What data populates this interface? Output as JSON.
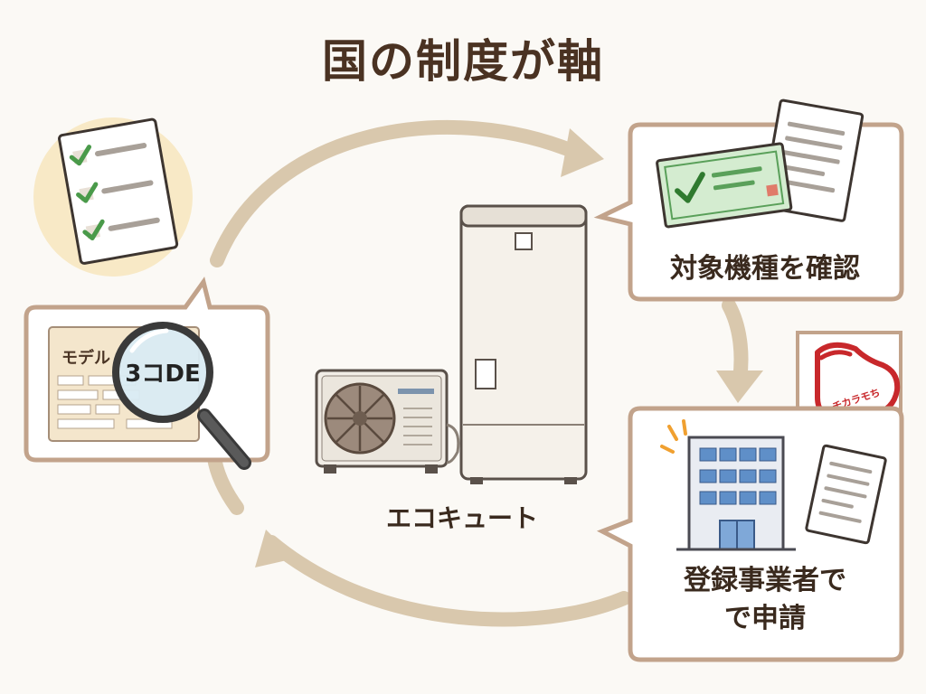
{
  "title": "国の制度が軸",
  "steps": {
    "confirm": "対象機種を確認",
    "apply_line1": "登録事業者で",
    "apply_line2": "で申請"
  },
  "center_label": "エコキュート",
  "model_card": {
    "label": "モデル",
    "magnifier_text": "3コDE"
  },
  "badge_text": "チカラモち",
  "colors": {
    "arrow": "#d9c8ad",
    "frame": "#c2a38b",
    "accent_green": "#5aa05a",
    "badge_red": "#c8282b"
  }
}
